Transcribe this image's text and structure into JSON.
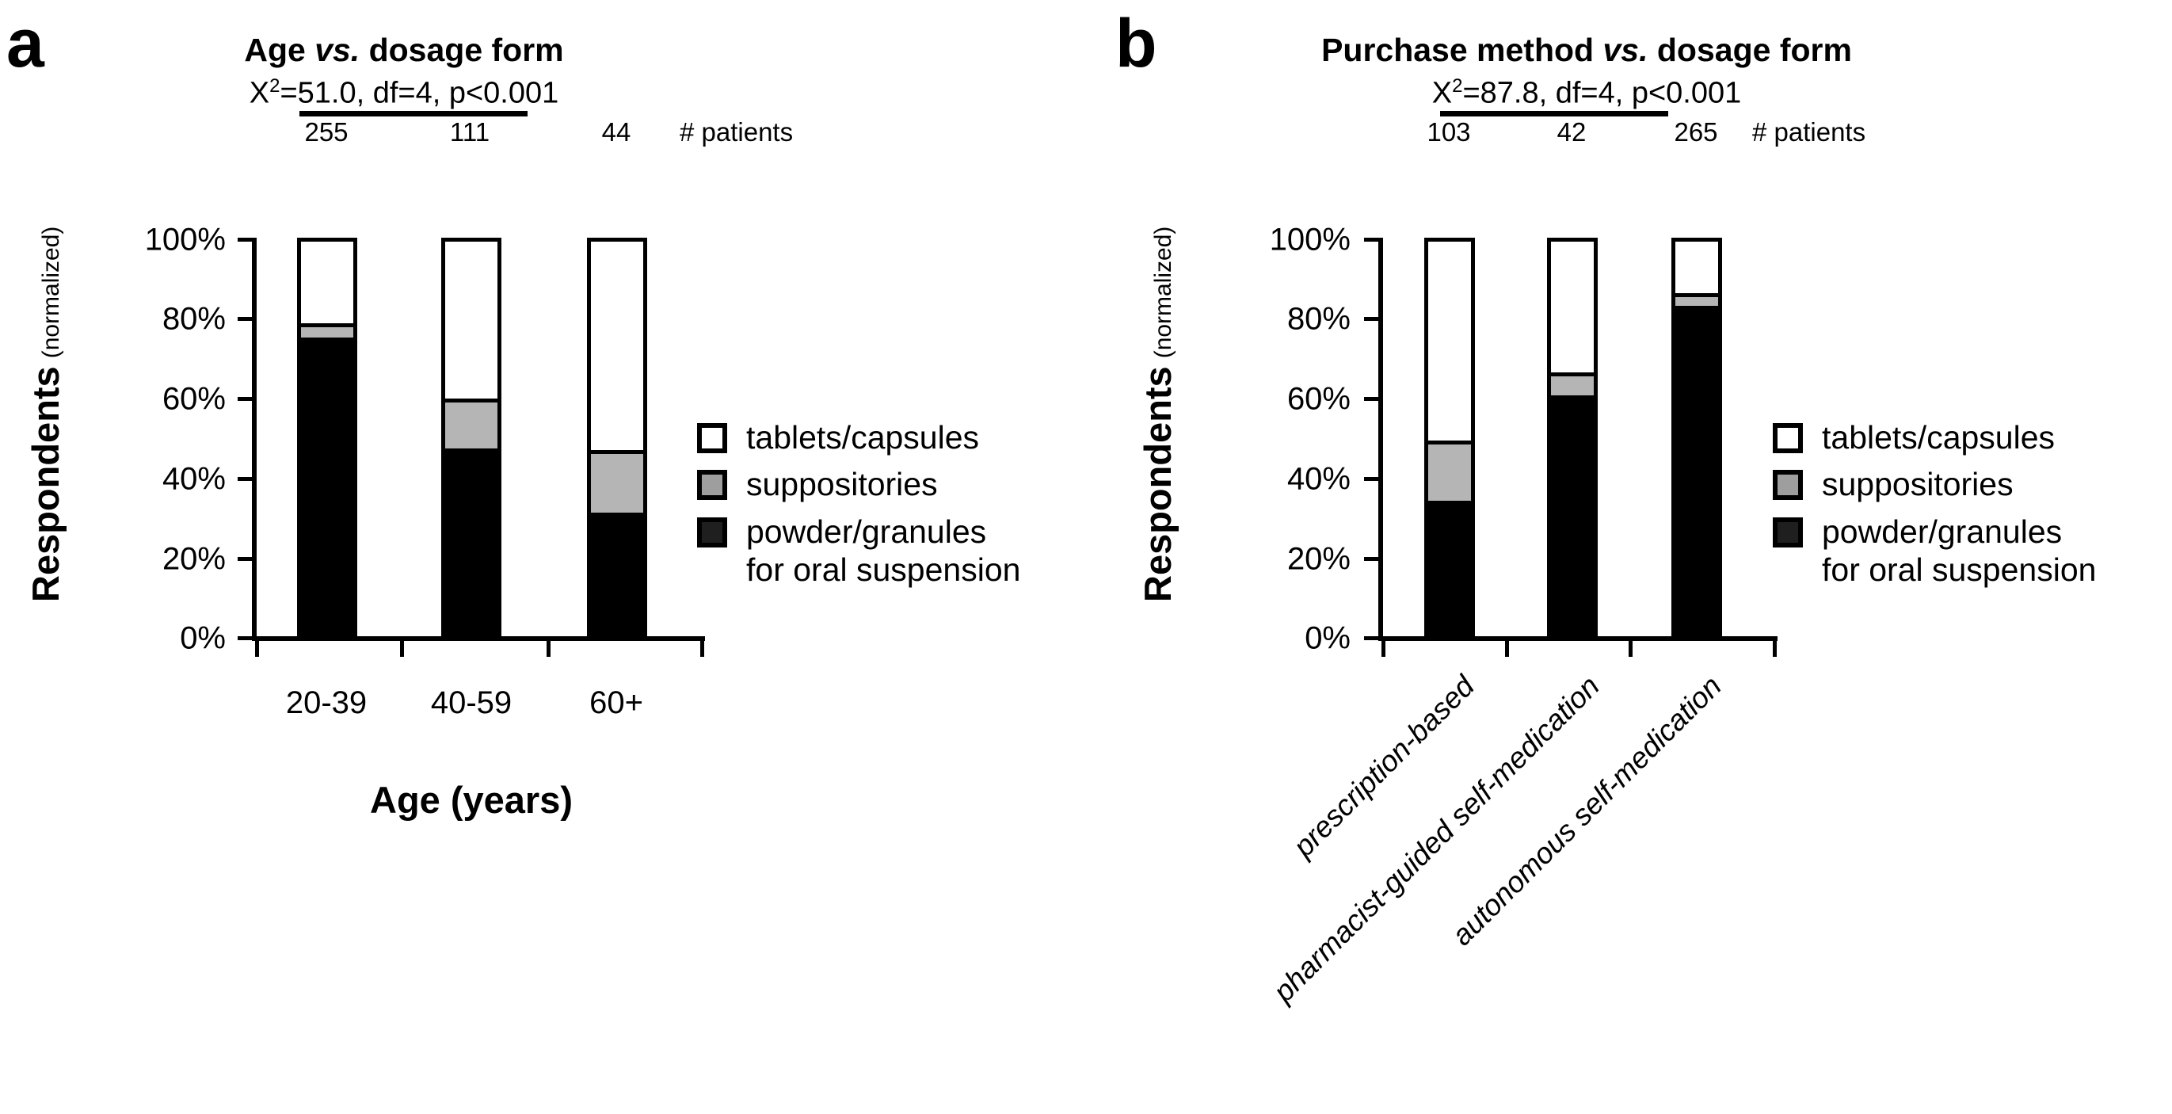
{
  "figure": {
    "panels": [
      {
        "letter": "a",
        "title_prefix": "Age ",
        "title_italic": "vs.",
        "title_suffix": " dosage form",
        "stat": {
          "chi_symbol": "X",
          "chi_exponent": "2",
          "text": "=51.0, df=4, p<0.001"
        },
        "counts_note": "# patients",
        "counts": [
          "255",
          "111",
          "44"
        ],
        "yticks": [
          "100%",
          "80%",
          "60%",
          "40%",
          "20%",
          "0%"
        ],
        "ylabel_main": "Respondents",
        "ylabel_sub": "(normalized)",
        "xlabel": "Age (years)",
        "categories": [
          "20-39",
          "40-59",
          "60+"
        ]
      },
      {
        "letter": "b",
        "title_prefix": "Purchase method ",
        "title_italic": "vs.",
        "title_suffix": " dosage form",
        "stat": {
          "chi_symbol": "X",
          "chi_exponent": "2",
          "text": "=87.8, df=4, p<0.001"
        },
        "counts_note": "# patients",
        "counts": [
          "103",
          "42",
          "265"
        ],
        "yticks": [
          "100%",
          "80%",
          "60%",
          "40%",
          "20%",
          "0%"
        ],
        "ylabel_main": "Respondents",
        "ylabel_sub": "(normalized)",
        "xlabel": "",
        "categories": [
          "prescription-based",
          "pharmacist-guided\nself-medication",
          "autonomous\nself-medication"
        ]
      }
    ],
    "legend": {
      "items": [
        {
          "swatch": "white",
          "label": "tablets/capsules"
        },
        {
          "swatch": "gray",
          "label": "suppositories"
        },
        {
          "swatch": "black",
          "label": "powder/granules\nfor oral suspension"
        }
      ]
    },
    "colors": {
      "tablets_capsules": "#ffffff",
      "suppositories": "#b5b5b5",
      "powder_granules": "#000000",
      "axis": "#000000",
      "background": "#ffffff"
    }
  },
  "chart_data": [
    {
      "type": "bar",
      "stacked": true,
      "normalized": true,
      "title": "Age vs. dosage form",
      "panel": "a",
      "xlabel": "Age (years)",
      "ylabel": "Respondents (normalized)",
      "ylim": [
        0,
        100
      ],
      "yticks": [
        0,
        20,
        40,
        60,
        80,
        100
      ],
      "grid": false,
      "legend_position": "right",
      "categories": [
        "20-39",
        "40-59",
        "60+"
      ],
      "group_sizes": [
        255,
        111,
        44
      ],
      "series": [
        {
          "name": "powder/granules for oral suspension",
          "color": "#000000",
          "values": [
            76,
            48,
            32
          ]
        },
        {
          "name": "suppositories",
          "color": "#b5b5b5",
          "values": [
            3,
            12,
            15
          ]
        },
        {
          "name": "tablets/capsules",
          "color": "#ffffff",
          "values": [
            21,
            40,
            53
          ]
        }
      ],
      "annotations": {
        "statistic": "X2=51.0, df=4, p<0.001",
        "counts_note": "# patients"
      }
    },
    {
      "type": "bar",
      "stacked": true,
      "normalized": true,
      "title": "Purchase method vs. dosage form",
      "panel": "b",
      "xlabel": "",
      "ylabel": "Respondents (normalized)",
      "ylim": [
        0,
        100
      ],
      "yticks": [
        0,
        20,
        40,
        60,
        80,
        100
      ],
      "grid": false,
      "legend_position": "right",
      "categories": [
        "prescription-based",
        "pharmacist-guided self-medication",
        "autonomous self-medication"
      ],
      "group_sizes": [
        103,
        42,
        265
      ],
      "series": [
        {
          "name": "powder/granules for oral suspension",
          "color": "#000000",
          "values": [
            35,
            61.5,
            84
          ]
        },
        {
          "name": "suppositories",
          "color": "#b5b5b5",
          "values": [
            14.5,
            5,
            2.5
          ]
        },
        {
          "name": "tablets/capsules",
          "color": "#ffffff",
          "values": [
            50.5,
            33.5,
            13.5
          ]
        }
      ],
      "annotations": {
        "statistic": "X2=87.8, df=4, p<0.001",
        "counts_note": "# patients"
      }
    }
  ]
}
